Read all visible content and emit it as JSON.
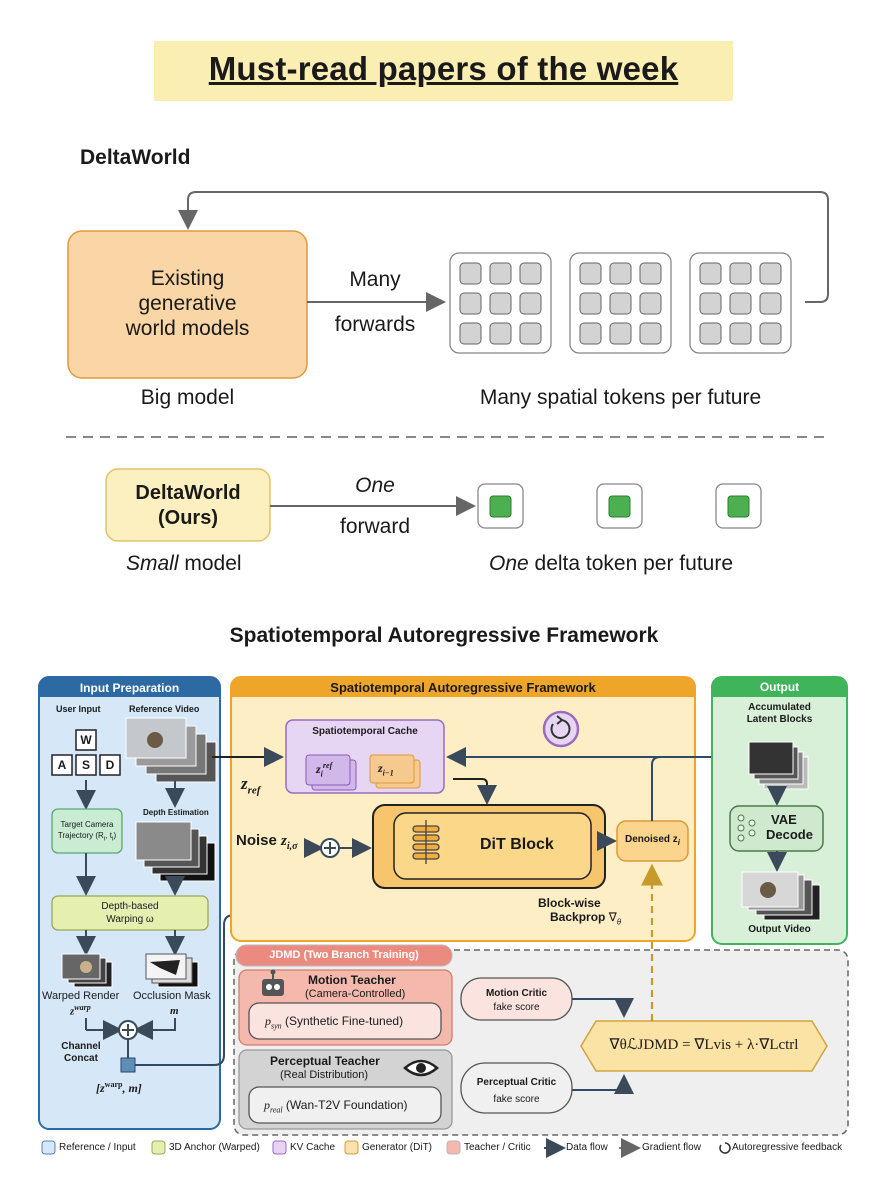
{
  "page": {
    "title": "Must-read papers of the week"
  },
  "deltaworld": {
    "heading": "DeltaWorld",
    "existing_box": [
      "Existing",
      "generative",
      "world models"
    ],
    "big_model": "Big model",
    "many_forwards": [
      "Many",
      "forwards"
    ],
    "many_tokens_caption": "Many spatial tokens per future",
    "ours_box": [
      "DeltaWorld",
      "(Ours)"
    ],
    "small_model_italic": "Small",
    "small_model_rest": " model",
    "one_forward": [
      "One",
      "forward"
    ],
    "one_token_italic": "One",
    "one_token_rest": " delta token per future"
  },
  "framework": {
    "heading": "Spatiotemporal Autoregressive Framework",
    "input_panel": {
      "title": "Input Preparation",
      "user_input": "User Input",
      "reference_video": "Reference Video",
      "keys": [
        "W",
        "A",
        "S",
        "D"
      ],
      "trajectory": [
        "Target Camera",
        "Trajectory (R",
        "i",
        ", t",
        "i",
        ")"
      ],
      "depth_estimation": "Depth Estimation",
      "warping": [
        "Depth-based",
        "Warping ω"
      ],
      "warped_render": "Warped Render",
      "z_warp": "z",
      "z_warp_sup": "warp",
      "occlusion_mask": "Occlusion Mask",
      "m": "m",
      "channel_concat": [
        "Channel",
        "Concat"
      ],
      "concat_out": "[z",
      "concat_out_sup": "warp",
      "concat_out_rest": ", m]"
    },
    "center_panel": {
      "title": "Spatiotemporal Autoregressive Framework",
      "cache_title": "Spatiotemporal Cache",
      "cache_ref": "z",
      "cache_ref_sub": "i",
      "cache_ref_sup": "ref",
      "cache_prev": "z",
      "cache_prev_sub": "i−1",
      "z_ref": "z",
      "z_ref_sub": "ref",
      "noise": "Noise",
      "noise_z": "z",
      "noise_sub": "i,σ",
      "dit_block": "DiT Block",
      "denoised": "Denoised z",
      "denoised_sub": "i",
      "backprop": [
        "Block-wise",
        "Backprop"
      ],
      "backprop_grad": "∇",
      "backprop_grad_sub": "θ"
    },
    "output_panel": {
      "title": "Output",
      "accumulated": [
        "Accumulated",
        "Latent Blocks"
      ],
      "vae": [
        "VAE",
        "Decode"
      ],
      "output_video": "Output Video"
    },
    "jdmd_panel": {
      "title": "JDMD (Two Branch Training)",
      "motion_teacher": "Motion Teacher",
      "motion_teacher_sub": "(Camera-Controlled)",
      "p_syn": "p",
      "p_syn_sub": "syn",
      "p_syn_desc": " (Synthetic Fine-tuned)",
      "perceptual_teacher": "Perceptual Teacher",
      "perceptual_teacher_sub": "(Real Distribution)",
      "p_real": "p",
      "p_real_sub": "real",
      "p_real_desc": " (Wan-T2V Foundation)",
      "motion_critic": "Motion Critic",
      "motion_critic_sub": "fake score",
      "perceptual_critic": "Perceptual Critic",
      "perceptual_critic_sub": "fake score",
      "loss": "∇θℒJDMD = ∇Lvis + λ·∇Lctrl"
    },
    "legend": [
      {
        "label": "Reference / Input",
        "color": "#d6e7f7",
        "border": "#4a86c5"
      },
      {
        "label": "3D Anchor (Warped)",
        "color": "#e4efb0",
        "border": "#9aa857"
      },
      {
        "label": "KV Cache",
        "color": "#e6d6f3",
        "border": "#9a6bc0"
      },
      {
        "label": "Generator (DiT)",
        "color": "#fbe0b0",
        "border": "#d99a3a"
      },
      {
        "label": "Teacher / Critic",
        "color": "#f5b8ac",
        "border": "#b8b8b8"
      },
      {
        "label": "Data flow"
      },
      {
        "label": "Gradient flow"
      },
      {
        "label": "Autoregressive feedback"
      }
    ]
  },
  "colors": {
    "banner": "#fbeeb3",
    "orange_box": "#fad5a5",
    "ours_box": "#fdf0c0",
    "token_green": "#4cb050",
    "input_blue": "#2d6aa3",
    "center_orange": "#efa42a",
    "output_green": "#3fb45a"
  }
}
